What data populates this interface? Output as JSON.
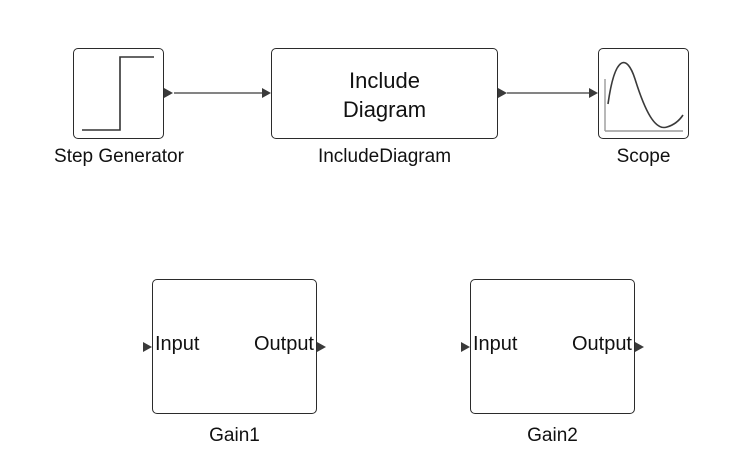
{
  "diagram": {
    "blocks": {
      "step_generator": {
        "caption": "Step Generator"
      },
      "include_diagram": {
        "title_line1": "Include",
        "title_line2": "Diagram",
        "caption": "IncludeDiagram"
      },
      "scope": {
        "caption": "Scope"
      },
      "gain1": {
        "caption": "Gain1",
        "input_label": "Input",
        "output_label": "Output"
      },
      "gain2": {
        "caption": "Gain2",
        "input_label": "Input",
        "output_label": "Output"
      }
    },
    "colors": {
      "block_border": "#2b2b2b",
      "wire": "#3a3a3a",
      "scope_axes": "#9a9a9a"
    },
    "icons": {
      "step_generator": "step-function-icon",
      "scope": "sine-wave-scope-icon"
    }
  }
}
